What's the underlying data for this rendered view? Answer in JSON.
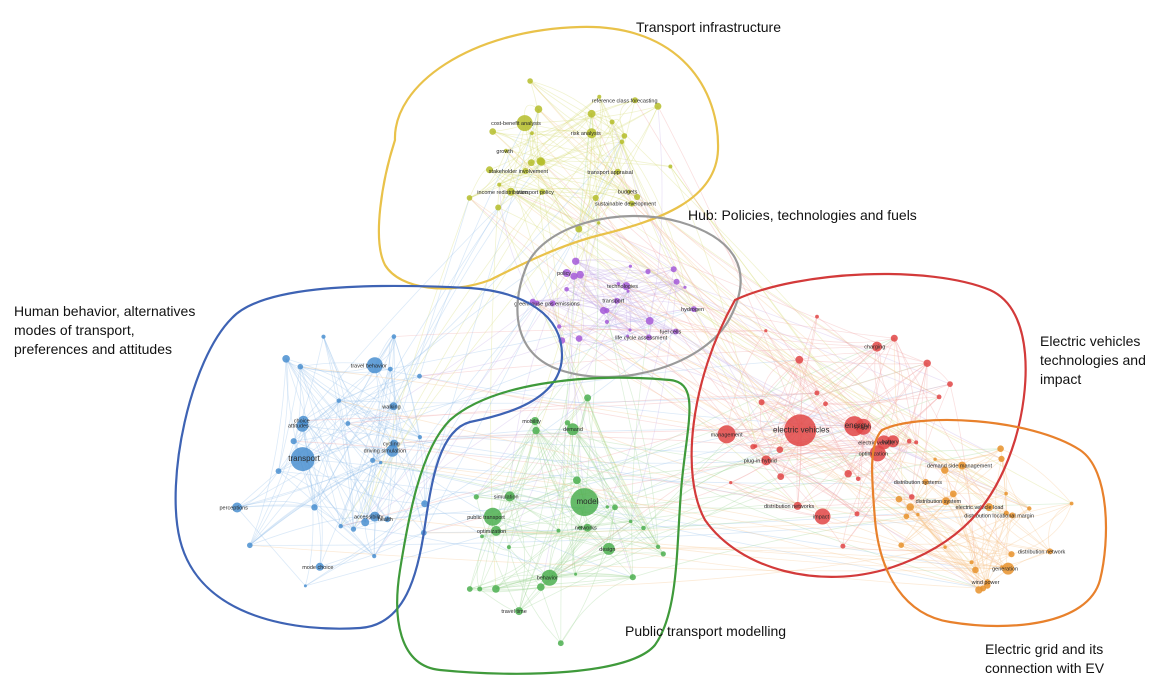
{
  "clusters": [
    {
      "id": "transport-infrastructure",
      "label": "Transport infrastructure",
      "color": "#e9c24a",
      "node_color": "#b5bd2a",
      "edge_color": "#d8dc7a",
      "nodes": [
        {
          "label": "reference class forecasting",
          "size": 3
        },
        {
          "label": "transport appraisal",
          "size": 3
        },
        {
          "label": "risk analysis",
          "size": 5
        },
        {
          "label": "income redistribution",
          "size": 4
        },
        {
          "label": "cost-benefit analysis",
          "size": 8
        },
        {
          "label": "sustainable development",
          "size": 3
        },
        {
          "label": "stakeholder involvement",
          "size": 3
        },
        {
          "label": "growth",
          "size": 2
        },
        {
          "label": "budgets",
          "size": 2
        },
        {
          "label": "transport policy",
          "size": 3
        }
      ]
    },
    {
      "id": "hub",
      "label": "Hub: Policies, technologies and fuels",
      "color": "#9a9a9a",
      "node_color": "#a45ad8",
      "edge_color": "#c9b3e8",
      "nodes": [
        {
          "label": "policy",
          "size": 4
        },
        {
          "label": "life cycle assessment",
          "size": 3
        },
        {
          "label": "fuel cells",
          "size": 3
        },
        {
          "label": "hydrogen",
          "size": 3
        },
        {
          "label": "greenhouse gas emissions",
          "size": 3
        },
        {
          "label": "technologies",
          "size": 4
        },
        {
          "label": "transport",
          "size": 3
        }
      ]
    },
    {
      "id": "human-behavior",
      "label": "Human behavior, alternatives\nmodes of transport,\npreferences and attitudes",
      "color": "#3e63b4",
      "node_color": "#4a8fd0",
      "edge_color": "#9cc4ec",
      "nodes": [
        {
          "label": "transport",
          "size": 12
        },
        {
          "label": "travel behavior",
          "size": 8
        },
        {
          "label": "driving simulation",
          "size": 6
        },
        {
          "label": "perceptions",
          "size": 5
        },
        {
          "label": "attitudes",
          "size": 6
        },
        {
          "label": "choice",
          "size": 5
        },
        {
          "label": "accessibility",
          "size": 5
        },
        {
          "label": "mode choice",
          "size": 4
        },
        {
          "label": "walking",
          "size": 4
        },
        {
          "label": "cycling",
          "size": 4
        },
        {
          "label": "health",
          "size": 3
        }
      ]
    },
    {
      "id": "public-transport-modelling",
      "label": "Public transport modelling",
      "color": "#3f9a3b",
      "node_color": "#4caf50",
      "edge_color": "#a4d89a",
      "nodes": [
        {
          "label": "model",
          "size": 14
        },
        {
          "label": "behavior",
          "size": 8
        },
        {
          "label": "public transport",
          "size": 9
        },
        {
          "label": "design",
          "size": 6
        },
        {
          "label": "demand",
          "size": 6
        },
        {
          "label": "optimization",
          "size": 5
        },
        {
          "label": "simulation",
          "size": 5
        },
        {
          "label": "networks",
          "size": 4
        },
        {
          "label": "travel time",
          "size": 4
        },
        {
          "label": "mobility",
          "size": 4
        }
      ]
    },
    {
      "id": "electric-vehicles",
      "label": "Electric vehicles\ntechnologies and\nimpact",
      "color": "#d33a3a",
      "node_color": "#e04545",
      "edge_color": "#f2a6a6",
      "nodes": [
        {
          "label": "electric vehicles",
          "size": 16
        },
        {
          "label": "management",
          "size": 9
        },
        {
          "label": "energy",
          "size": 10
        },
        {
          "label": "system",
          "size": 8
        },
        {
          "label": "optimization",
          "size": 8
        },
        {
          "label": "electric vehicle",
          "size": 7
        },
        {
          "label": "battery",
          "size": 6
        },
        {
          "label": "impact",
          "size": 8
        },
        {
          "label": "plug-in hybrid",
          "size": 5
        },
        {
          "label": "charging",
          "size": 5
        },
        {
          "label": "distribution networks",
          "size": 4
        }
      ]
    },
    {
      "id": "electric-grid",
      "label": "Electric grid and its\nconnection with EV",
      "color": "#e8812c",
      "node_color": "#e8922c",
      "edge_color": "#f5c590",
      "nodes": [
        {
          "label": "generation",
          "size": 6
        },
        {
          "label": "distribution system",
          "size": 4
        },
        {
          "label": "electric vehicle load",
          "size": 4
        },
        {
          "label": "distribution network",
          "size": 3
        },
        {
          "label": "demand side management",
          "size": 4
        },
        {
          "label": "distribution systems",
          "size": 3
        },
        {
          "label": "distribution locational margin",
          "size": 3
        },
        {
          "label": "wind power",
          "size": 3
        }
      ]
    }
  ]
}
